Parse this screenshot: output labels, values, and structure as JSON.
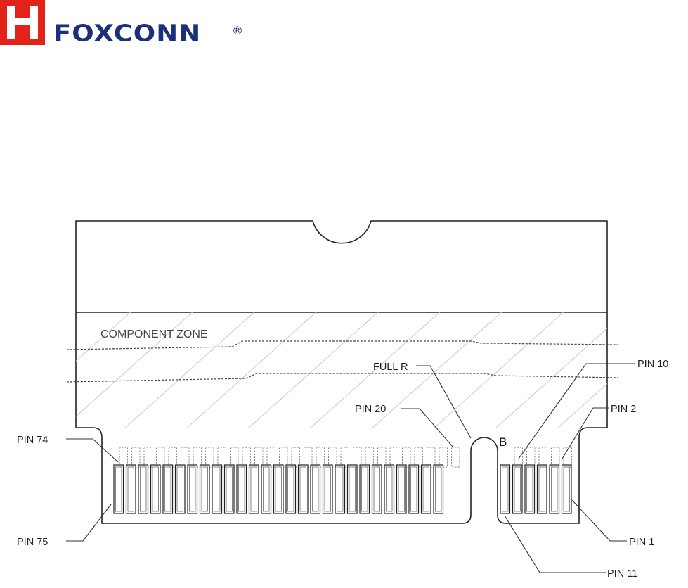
{
  "logo": {
    "brand": "FOXCONN",
    "registered_mark": "®",
    "colors": {
      "mark": "#e2231a",
      "text": "#1b2f7a"
    }
  },
  "diagram": {
    "component_zone_label": "COMPONENT ZONE",
    "key_letter": "B",
    "callouts": {
      "pin74": "PIN 74",
      "pin75": "PIN 75",
      "pin20": "PIN 20",
      "full_r": "FULL R",
      "pin10": "PIN 10",
      "pin2": "PIN 2",
      "pin1": "PIN 1",
      "pin11": "PIN 11"
    },
    "left_bottom_contacts": 27,
    "right_bottom_contacts": 6,
    "left_top_contacts": 28,
    "right_top_contacts": 5
  }
}
